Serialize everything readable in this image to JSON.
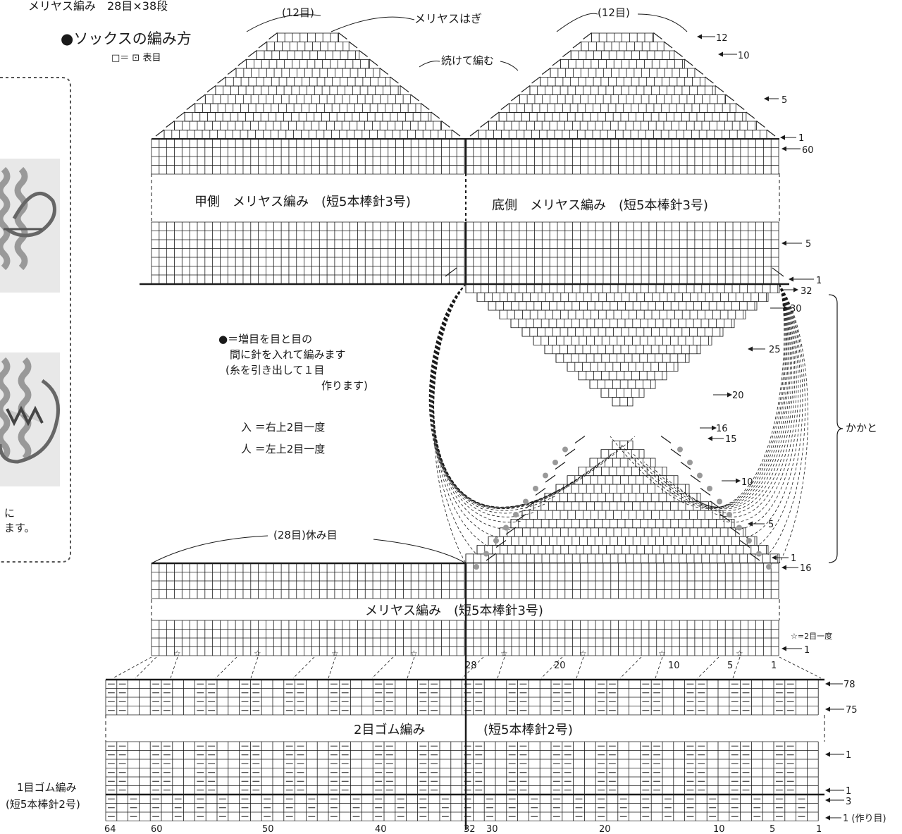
{
  "header": {
    "gauge": "メリヤス編み　28目×38段",
    "title": "●ソックスの編み方",
    "legend": "□＝ ⊡ 表目"
  },
  "toe": {
    "stitches_left": "(12目)",
    "stitches_right": "(12目)",
    "graft_label": "メリヤスはぎ",
    "continue_label": "続けて編む",
    "row_labels": [
      "12",
      "10",
      "5",
      "1",
      "60"
    ]
  },
  "foot": {
    "instep_label": "甲側　メリヤス編み　(短5本棒針3号)",
    "sole_label": "底側　メリヤス編み　(短5本棒針3号)",
    "row_labels": [
      "5",
      "1"
    ]
  },
  "heel": {
    "row_labels": [
      "32",
      "30",
      "25",
      "20",
      "16",
      "15",
      "10",
      "5",
      "1",
      "16"
    ],
    "bracket_label": "かかと",
    "increase_note": [
      "●＝増目を目と目の",
      "間に針を入れて編みます",
      "(糸を引き出して１目",
      "作ります)"
    ],
    "ssk_note": "入 ＝右上2目一度",
    "k2tog_note": "人 ＝左上2目一度"
  },
  "leg": {
    "held_label": "(28目)休み目",
    "label": "メリヤス編み　(短5本棒針3号)",
    "star_note": "☆=2目一度",
    "row_labels": [
      "1"
    ],
    "stitch_numbers": [
      "28",
      "20",
      "10",
      "5",
      "1"
    ]
  },
  "ribbing": {
    "label_left": "2目ゴム編み",
    "label_right": "(短5本棒針2号)",
    "row_labels": [
      "78",
      "75",
      "1",
      "1",
      "3",
      "1 (作り目)"
    ],
    "single_rib_label": [
      "1目ゴム編み",
      "(短5本棒針2号)"
    ],
    "stitch_numbers": [
      "64",
      "60",
      "50",
      "40",
      "32",
      "30",
      "20",
      "10",
      "5",
      "1"
    ]
  },
  "side_panel": {
    "text_lines": [
      "に",
      "ます。"
    ]
  }
}
